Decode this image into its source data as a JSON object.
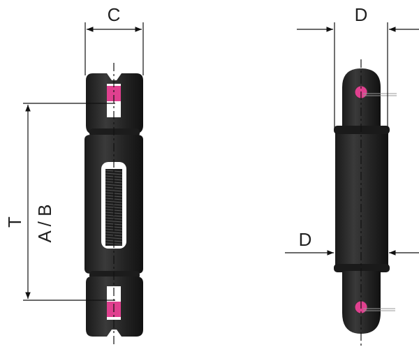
{
  "labels": {
    "c": "C",
    "t": "T",
    "ab": "A / B",
    "d_top": "D",
    "d_bottom": "D"
  },
  "colors": {
    "body": "#262626",
    "pin": "#e0408f",
    "line": "#111111"
  }
}
